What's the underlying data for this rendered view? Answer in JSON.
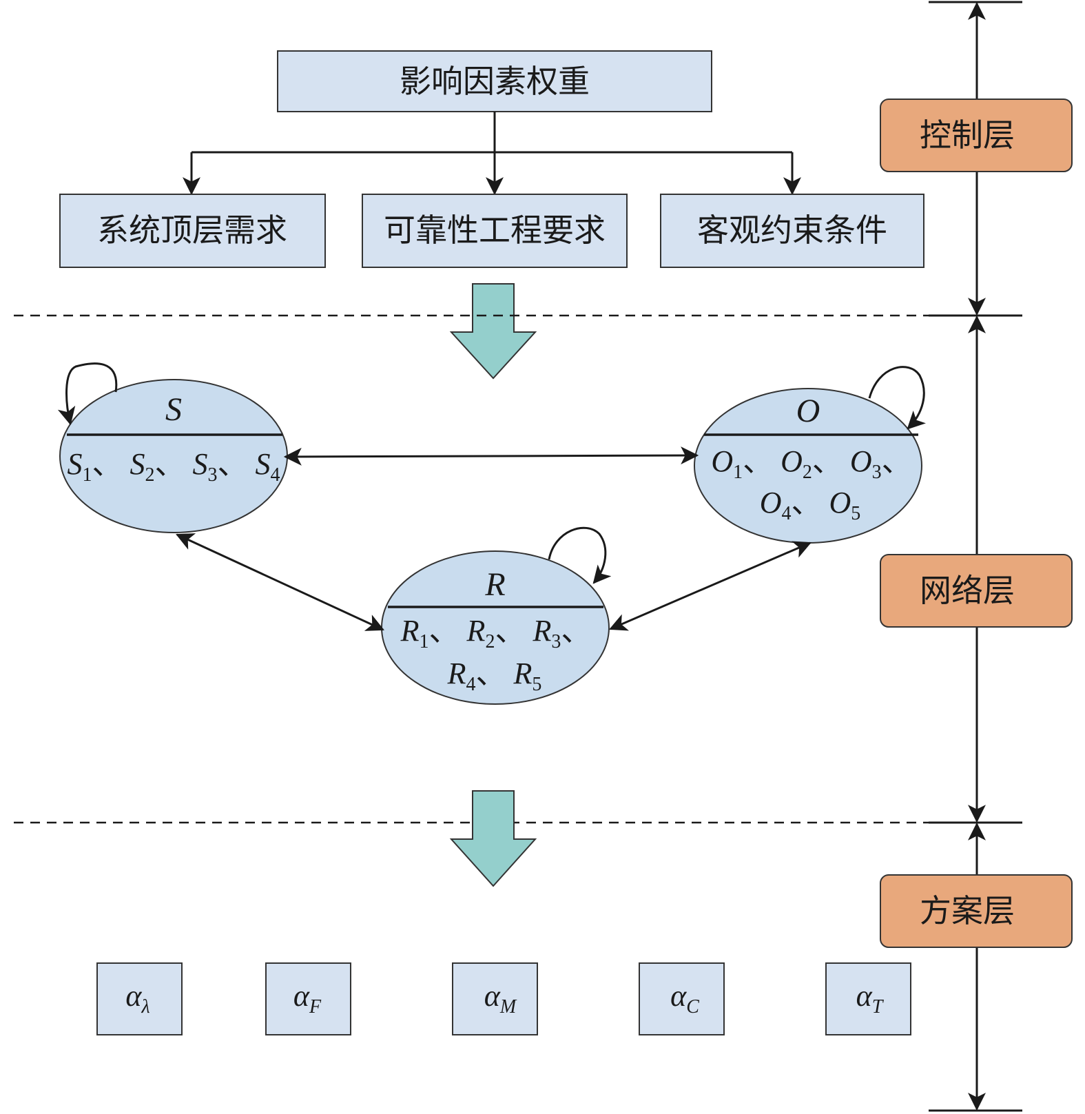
{
  "control": {
    "top_box": "影响因素权重",
    "children": [
      "系统顶层需求",
      "可靠性工程要求",
      "客观约束条件"
    ]
  },
  "network": {
    "nodes": [
      {
        "title": "S",
        "items": [
          [
            "S",
            "1"
          ],
          [
            "S",
            "2"
          ],
          [
            "S",
            "3"
          ],
          [
            "S",
            "4"
          ]
        ]
      },
      {
        "title": "O",
        "items": [
          [
            "O",
            "1"
          ],
          [
            "O",
            "2"
          ],
          [
            "O",
            "3"
          ],
          [
            "O",
            "4"
          ],
          [
            "O",
            "5"
          ]
        ]
      },
      {
        "title": "R",
        "items": [
          [
            "R",
            "1"
          ],
          [
            "R",
            "2"
          ],
          [
            "R",
            "3"
          ],
          [
            "R",
            "4"
          ],
          [
            "R",
            "5"
          ]
        ]
      }
    ],
    "separator": "、"
  },
  "alternatives": [
    {
      "symbol": "α",
      "sub": "λ"
    },
    {
      "symbol": "α",
      "sub": "F"
    },
    {
      "symbol": "α",
      "sub": "M"
    },
    {
      "symbol": "α",
      "sub": "C"
    },
    {
      "symbol": "α",
      "sub": "T"
    }
  ],
  "layers": [
    "控制层",
    "网络层",
    "方案层"
  ],
  "colors": {
    "box_fill": "#d6e2f1",
    "node_fill": "#c9dcee",
    "layer_fill": "#e8a87c",
    "arrow_fill": "#94cfcc",
    "stroke": "#1a1a1a"
  }
}
